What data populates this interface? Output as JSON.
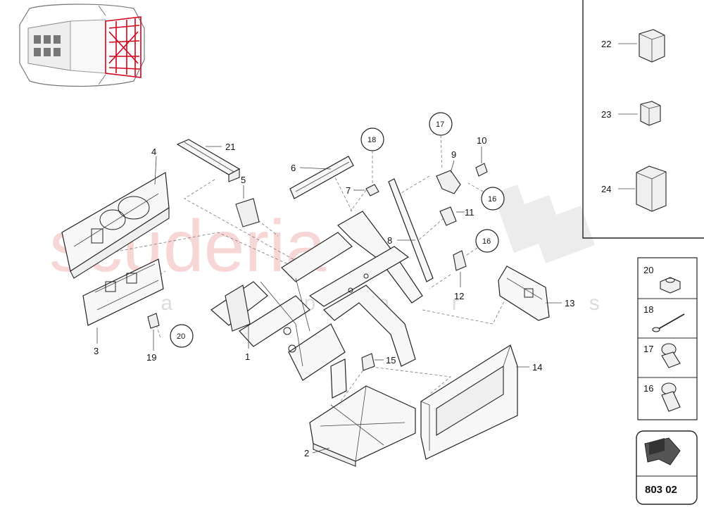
{
  "watermark": {
    "main": "scuderia",
    "sub": "c a r   p a r t s"
  },
  "callouts": {
    "p1": "1",
    "p2": "2",
    "p3": "3",
    "p4": "4",
    "p5": "5",
    "p6": "6",
    "p7": "7",
    "p8": "8",
    "p9": "9",
    "p10": "10",
    "p11": "11",
    "p12": "12",
    "p13": "13",
    "p14": "14",
    "p15": "15",
    "p19": "19",
    "p21": "21"
  },
  "circles": {
    "c18": "18",
    "c17": "17",
    "c16a": "16",
    "c16b": "16",
    "c20": "20"
  },
  "inset_parts": {
    "p22": "22",
    "p23": "23",
    "p24": "24"
  },
  "fasteners": {
    "f20": "20",
    "f18": "18",
    "f17": "17",
    "f16": "16"
  },
  "page_ref": "803 02",
  "colors": {
    "highlight": "#d4001a",
    "watermark": "#e05a5a"
  }
}
